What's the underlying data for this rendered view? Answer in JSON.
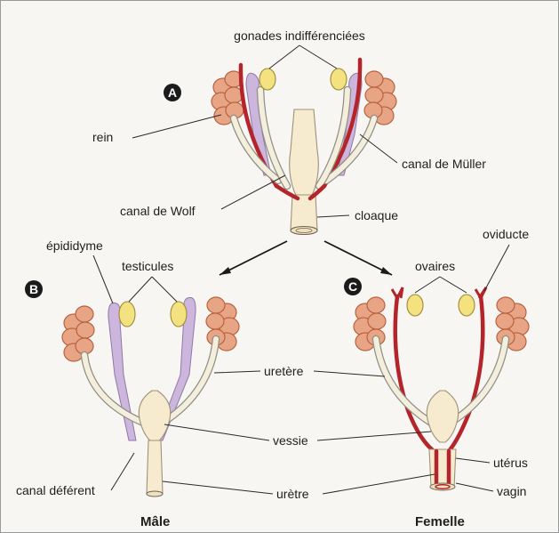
{
  "labels": {
    "gonades": "gonades indifférenciées",
    "rein": "rein",
    "canal_muller": "canal de Müller",
    "canal_wolf": "canal de Wolf",
    "cloaque": "cloaque",
    "epididyme": "épididyme",
    "testicules": "testicules",
    "ovaires": "ovaires",
    "oviducte": "oviducte",
    "uretere": "uretère",
    "vessie": "vessie",
    "uterus": "utérus",
    "canal_deferent": "canal déférent",
    "uretre": "urètre",
    "vagin": "vagin"
  },
  "panels": {
    "a": {
      "badge": "A"
    },
    "b": {
      "badge": "B",
      "caption": "Mâle"
    },
    "c": {
      "badge": "C",
      "caption": "Femelle"
    }
  },
  "colors": {
    "kidney": "#e8a585",
    "gonad": "#f4e281",
    "mullerian_duct": "#b3252b",
    "wolffian_duct": "#cdb6dd",
    "bladder": "#f7ebcf"
  }
}
